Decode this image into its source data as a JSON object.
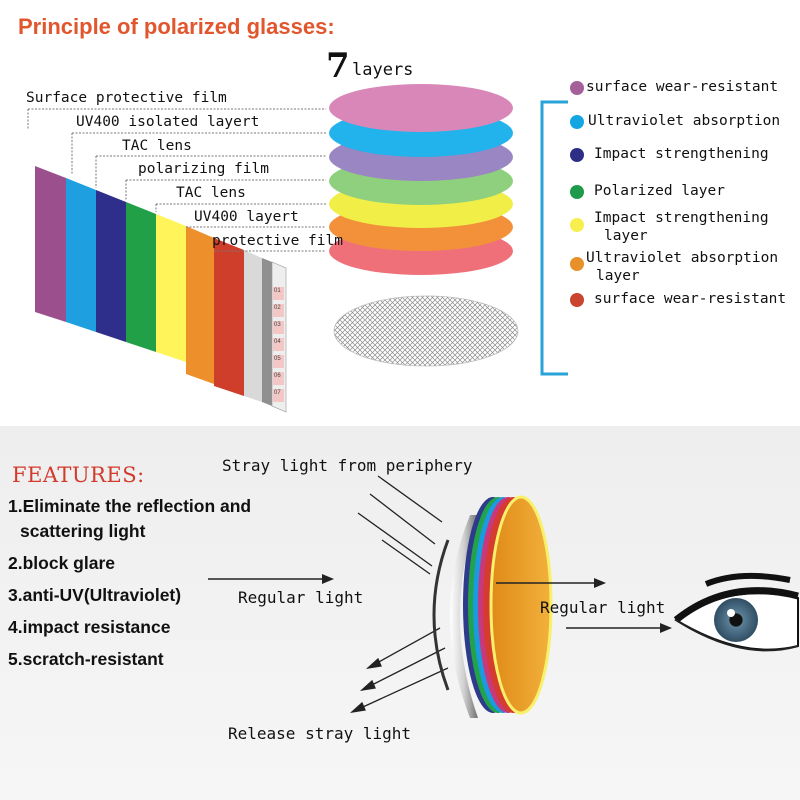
{
  "title": "Principle of polarized glasses:",
  "layers": {
    "number": "7",
    "word": "layers"
  },
  "film_labels": [
    "Surface protective film",
    "UV400 isolated layert",
    "TAC  lens",
    "polarizing film",
    "TAC  lens",
    "UV400 layert",
    "protective film"
  ],
  "strip_labels": [
    "01",
    "02",
    "03",
    "04",
    "05",
    "06",
    "07"
  ],
  "legend": [
    {
      "color": "#a3609b",
      "lines": [
        "surface wear-resistant"
      ]
    },
    {
      "color": "#14a6e3",
      "lines": [
        "Ultraviolet absorption"
      ]
    },
    {
      "color": "#2d2f87",
      "lines": [
        "Impact strengthening"
      ]
    },
    {
      "color": "#1e9a4a",
      "lines": [
        "Polarized layer"
      ]
    },
    {
      "color": "#f7ef4e",
      "lines": [
        "Impact strengthening",
        "layer"
      ]
    },
    {
      "color": "#e8912a",
      "lines": [
        "Ultraviolet absorption",
        "layer"
      ]
    },
    {
      "color": "#c9452e",
      "lines": [
        "surface wear-resistant"
      ]
    }
  ],
  "colors": {
    "title": "#e2562e",
    "features_title": "#d23a2c",
    "bracket": "#2aa3d9"
  },
  "features": {
    "title": "FEATURES:",
    "items": [
      "1.Eliminate the reflection and",
      "scattering  light",
      "2.block glare",
      "3.anti-UV(Ultraviolet)",
      "4.impact resistance",
      "5.scratch-resistant"
    ]
  },
  "light_labels": {
    "stray": "Stray light from periphery",
    "regular_in": "Regular light",
    "regular_out": "Regular light",
    "release": "Release stray light"
  },
  "icons": [
    "eye-icon",
    "lens-icon",
    "arrow-icon"
  ]
}
